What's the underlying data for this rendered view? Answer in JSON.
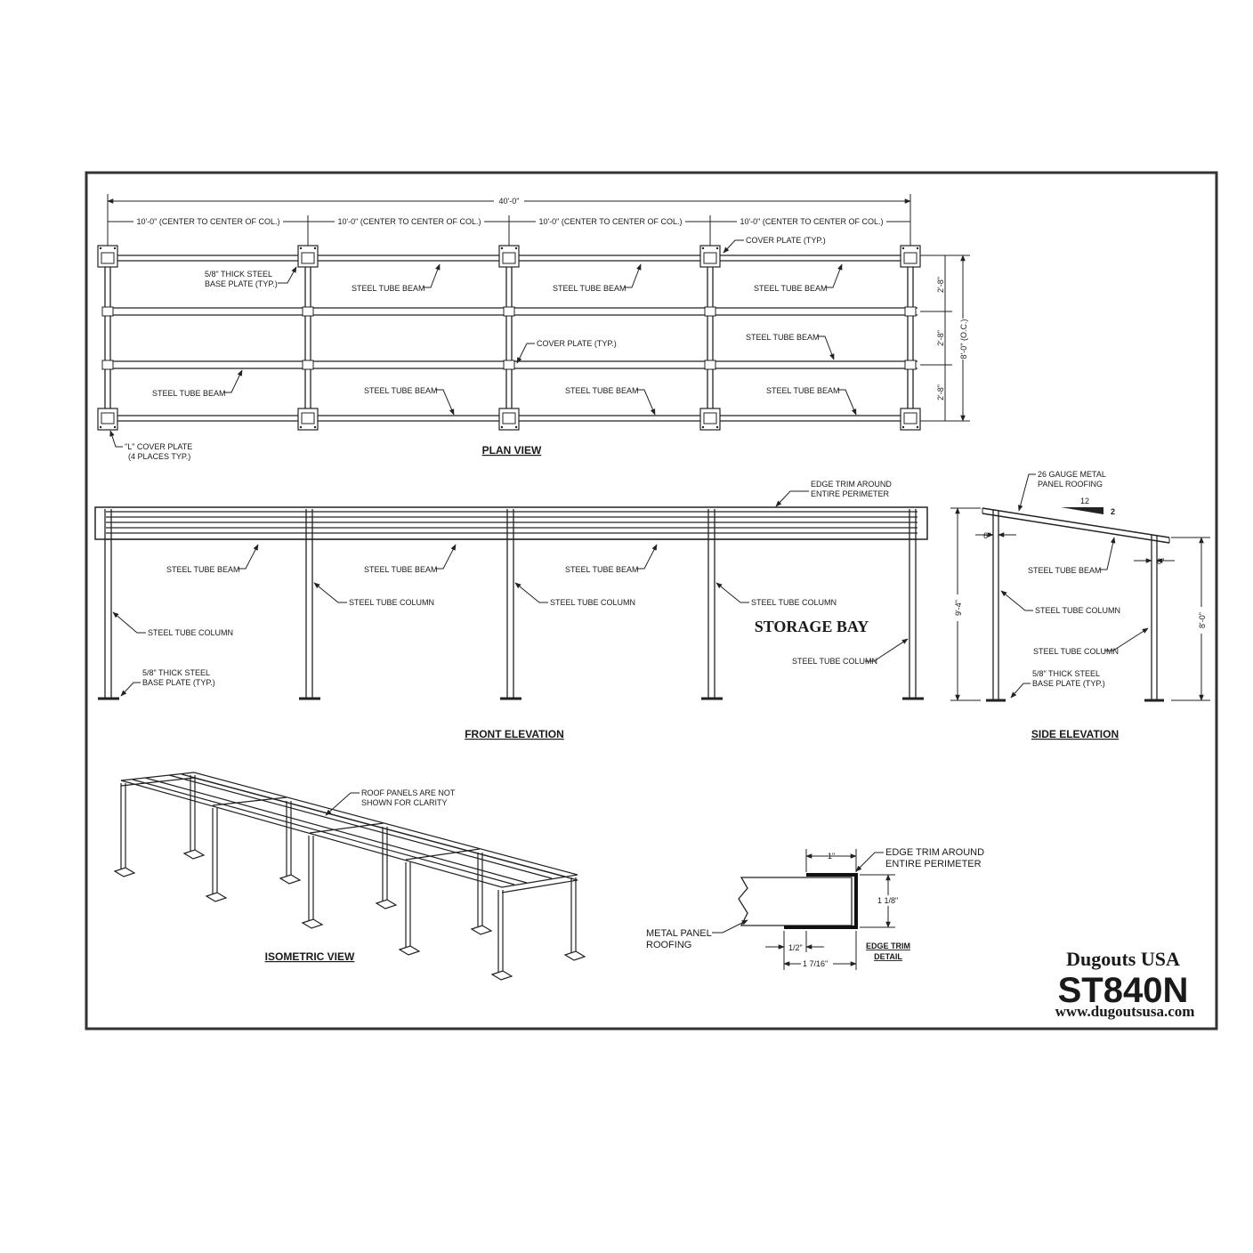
{
  "plan": {
    "title": "PLAN VIEW",
    "overall_dim": "40'-0\"",
    "bay_dim": "10'-0\" (CENTER TO CENTER OF COL.)",
    "cover_plate_top": "COVER PLATE (TYP.)",
    "cover_plate_mid": "COVER PLATE (TYP.)",
    "base_plate_line1": "5/8\" THICK STEEL",
    "base_plate_line2": "BASE PLATE (TYP.)",
    "beam": "STEEL TUBE BEAM",
    "l_cover_line1": "\"L\" COVER PLATE",
    "l_cover_line2": "(4 PLACES TYP.)",
    "row_dim": "2'-8\"",
    "oc_dim": "8'-0\" (O.C.)"
  },
  "front": {
    "title": "FRONT ELEVATION",
    "edge_line1": "EDGE TRIM AROUND",
    "edge_line2": "ENTIRE PERIMETER",
    "beam": "STEEL TUBE BEAM",
    "column": "STEEL TUBE COLUMN",
    "storage": "STORAGE BAY",
    "base_line1": "5/8\" THICK STEEL",
    "base_line2": "BASE PLATE (TYP.)"
  },
  "side": {
    "title": "SIDE ELEVATION",
    "roof_line1": "26 GAUGE METAL",
    "roof_line2": "PANEL ROOFING",
    "slope_run": "12",
    "slope_rise": "2",
    "offset": "6\"",
    "height_high": "9'-4\"",
    "height_low": "8'-0\"",
    "beam": "STEEL TUBE BEAM",
    "column": "STEEL TUBE COLUMN",
    "base_line1": "5/8\" THICK STEEL",
    "base_line2": "BASE PLATE (TYP.)"
  },
  "iso": {
    "title": "ISOMETRIC VIEW",
    "note_line1": "ROOF PANELS ARE NOT",
    "note_line2": "SHOWN FOR CLARITY"
  },
  "detail": {
    "title_line1": "EDGE TRIM",
    "title_line2": "DETAIL",
    "edge_line1": "EDGE TRIM AROUND",
    "edge_line2": "ENTIRE PERIMETER",
    "roof_line1": "METAL PANEL",
    "roof_line2": "ROOFING",
    "dim_top": "1\"",
    "dim_height": "1 1/8\"",
    "dim_bottom": "1/2\"",
    "dim_total": "1 7/16\""
  },
  "brand": {
    "company": "Dugouts USA",
    "model": "ST840N",
    "url": "www.dugoutsusa.com"
  }
}
